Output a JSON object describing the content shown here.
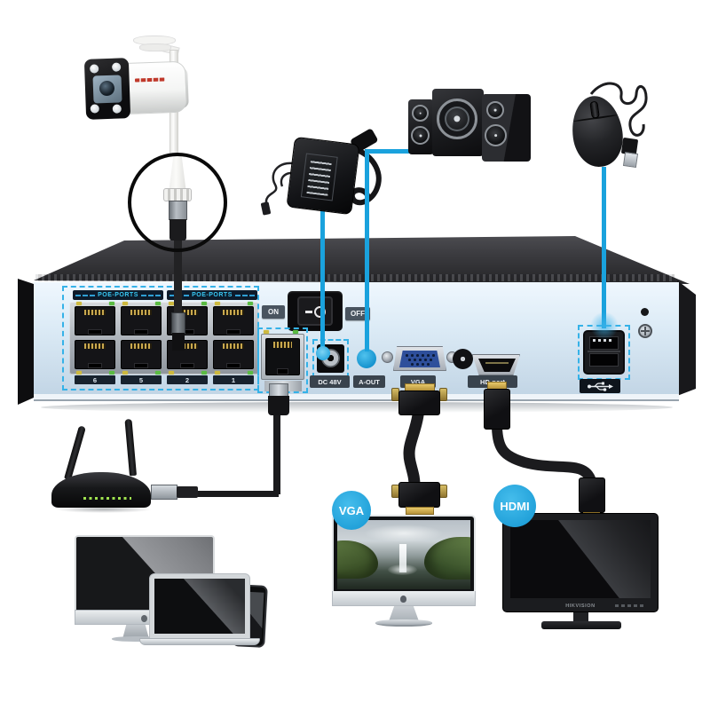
{
  "colors": {
    "accent_blue": "#1aa2dd",
    "dashed_cyan": "#35b2e8",
    "panel": "#dcebf6"
  },
  "nvr": {
    "poe_group_label_left": "POE-PORTS",
    "poe_group_label_right": "POE-PORTS",
    "port_numbers": [
      "6",
      "5",
      "2",
      "1"
    ],
    "power_on_label": "ON",
    "power_off_label": "OFF",
    "dc_label": "DC 48V",
    "audio_out_label": "A-OUT",
    "vga_label": "VGA",
    "hdmi_label": "HD-port"
  },
  "badges": {
    "vga": "VGA",
    "hdmi": "HDMI"
  },
  "monitors": {
    "hdmi_brand": "HIKVISION"
  },
  "icons": {
    "usb_badge": "usb-trident-icon",
    "screw": "screw-icon",
    "apple_logo": "apple-logo-icon"
  }
}
